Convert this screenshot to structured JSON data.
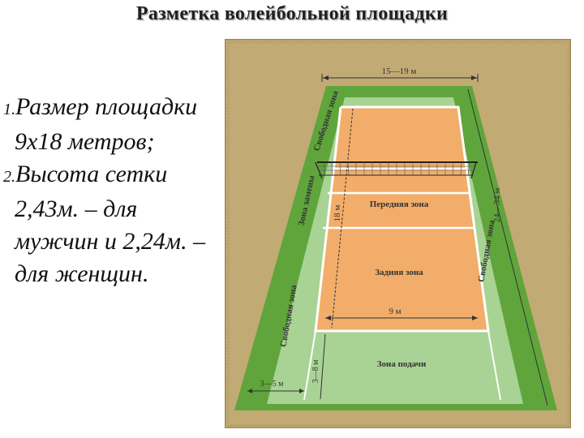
{
  "title": "Разметка волейбольной площадки",
  "bullets": [
    {
      "num": "1.",
      "text": "Размер площадки 9х18 метров;"
    },
    {
      "num": "2.",
      "text": "Высота сетки 2,43м. – для мужчин и 2,24м. – для женщин."
    }
  ],
  "figure": {
    "dim_top": "15—19 м",
    "dim_left_court": "18 м",
    "dim_right": "24—34 м",
    "dim_width": "9 м",
    "dim_bottom_left": "3—5 м",
    "dim_service": "3—8 м",
    "zone_free_top": "Свободная зона",
    "zone_warmup": "Зона замены",
    "zone_front": "Передняя зона",
    "zone_back": "Задняя зона",
    "zone_service": "Зона подачи",
    "zone_free_left": "Свободная зона",
    "zone_free_right": "Свободная зона",
    "colors": {
      "frame": "#b9a06a",
      "grass_dark": "#5fa53c",
      "grass_light": "#a8d394",
      "court": "#f2ad6a",
      "lines": "#ffffff"
    }
  }
}
